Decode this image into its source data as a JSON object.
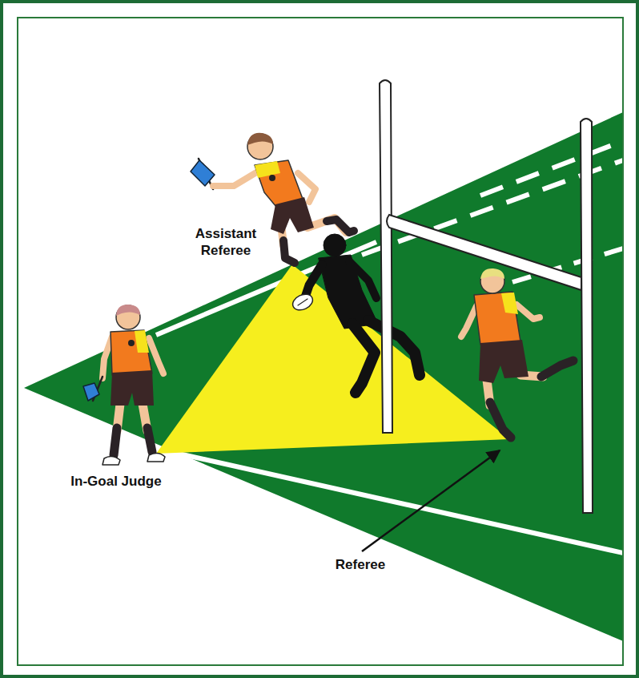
{
  "diagram": {
    "labels": [
      "Assistant Referee",
      "In-Goal Judge",
      "Referee"
    ]
  }
}
